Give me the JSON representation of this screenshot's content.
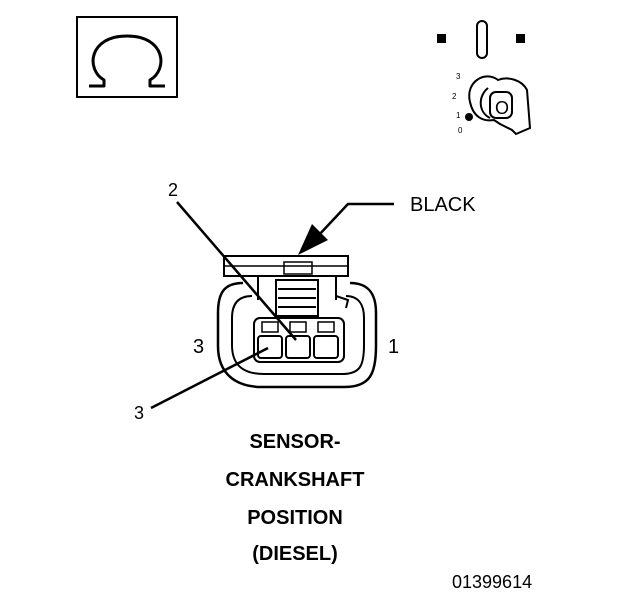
{
  "ohm_icon": "ohm-symbol-icon",
  "ignition_icon": "ignition-key-icon",
  "ignition": {
    "positions": [
      "3",
      "2",
      "1",
      "0"
    ],
    "key_label": "O"
  },
  "callouts": {
    "black": "BLACK",
    "pin_2": "2",
    "pin_3_callout": "3",
    "side_left": "3",
    "side_right": "1"
  },
  "title_lines": [
    "SENSOR-",
    "CRANKSHAFT",
    "POSITION",
    "(DIESEL)"
  ],
  "figure_id": "01399614"
}
